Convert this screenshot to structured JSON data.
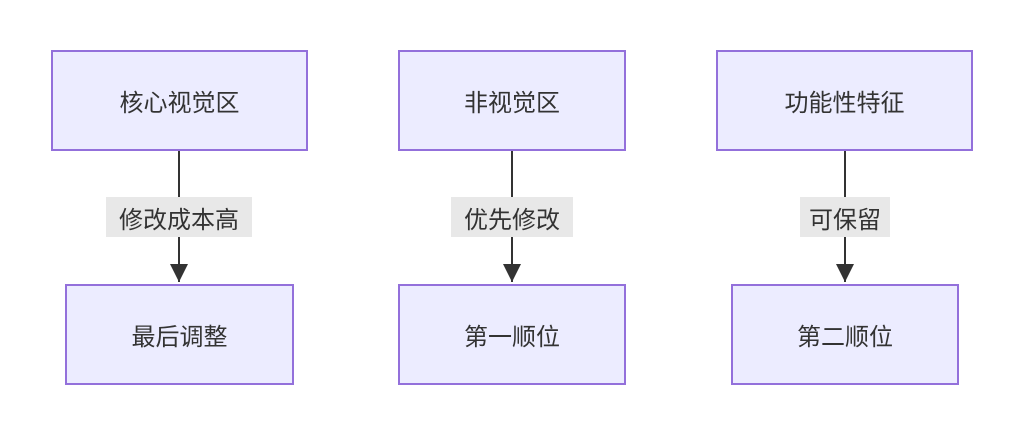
{
  "nodes": {
    "top": [
      "核心视觉区",
      "非视觉区",
      "功能性特征"
    ],
    "bottom": [
      "最后调整",
      "第一顺位",
      "第二顺位"
    ]
  },
  "edges": [
    "修改成本高",
    "优先修改",
    "可保留"
  ],
  "colors": {
    "node_fill": "#ECECFF",
    "node_border": "#9370DB",
    "edge_line": "#333333",
    "label_bg": "#E8E8E8",
    "text": "#333333"
  }
}
